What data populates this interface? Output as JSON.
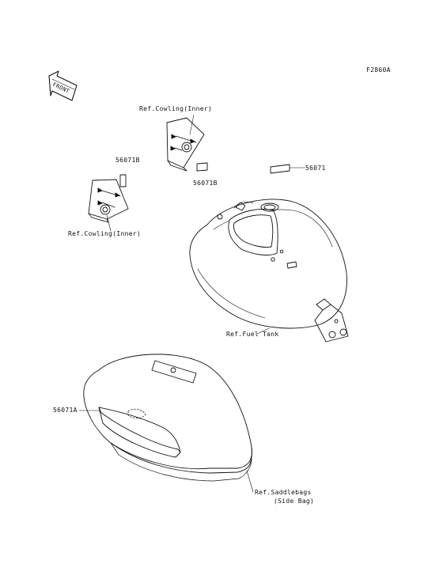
{
  "figure_id": "F2860A",
  "front_arrow_label": "FRONT",
  "parts": {
    "label_56071": "56071",
    "label_56071A": "56071A",
    "label_56071B_upper": "56071B",
    "label_56071B_lower": "56071B"
  },
  "references": {
    "cowling_inner_upper": "Ref.Cowling(Inner)",
    "cowling_inner_lower": "Ref.Cowling(Inner)",
    "fuel_tank": "Ref.Fuel Tank",
    "saddlebags_line1": "Ref.Saddlebags",
    "saddlebags_line2": "(Side Bag)"
  }
}
